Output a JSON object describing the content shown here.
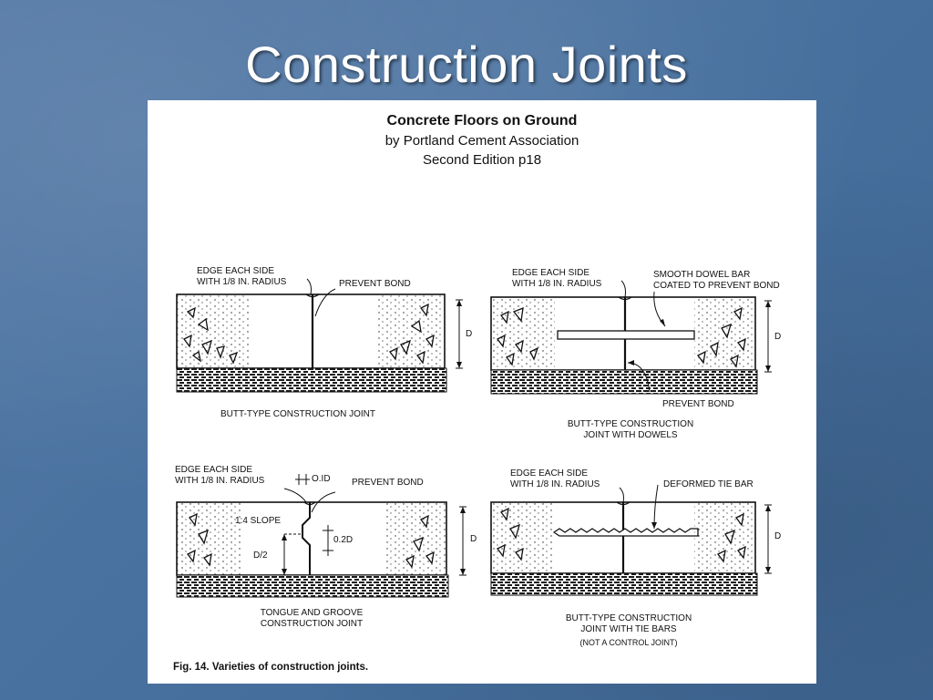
{
  "slide": {
    "title": "Construction Joints"
  },
  "figure": {
    "header": {
      "line1": "Concrete Floors on Ground",
      "line2": "by Portland Cement Association",
      "line3": "Second Edition p18"
    },
    "panels": {
      "top_left": {
        "edge_line1": "EDGE EACH SIDE",
        "edge_line2": "WITH 1/8 IN. RADIUS",
        "prevent_bond": "PREVENT BOND",
        "depth": "D",
        "caption": "BUTT-TYPE CONSTRUCTION JOINT"
      },
      "top_right": {
        "edge_line1": "EDGE EACH SIDE",
        "edge_line2": "WITH 1/8 IN. RADIUS",
        "dowel_line1": "SMOOTH DOWEL BAR",
        "dowel_line2": "COATED TO PREVENT BOND",
        "depth": "D",
        "prevent_bond": "PREVENT BOND",
        "caption_line1": "BUTT-TYPE CONSTRUCTION",
        "caption_line2": "JOINT WITH DOWELS"
      },
      "bottom_left": {
        "edge_line1": "EDGE EACH SIDE",
        "edge_line2": "WITH 1/8 IN. RADIUS",
        "tongue_width": "O.ID",
        "prevent_bond": "PREVENT BOND",
        "slope": "1:4 SLOPE",
        "tongue_depth": "0.2D",
        "half_depth": "D/2",
        "depth": "D",
        "caption_line1": "TONGUE AND GROOVE",
        "caption_line2": "CONSTRUCTION JOINT"
      },
      "bottom_right": {
        "edge_line1": "EDGE EACH SIDE",
        "edge_line2": "WITH 1/8 IN. RADIUS",
        "tie_bar": "DEFORMED TIE BAR",
        "depth": "D",
        "caption_line1": "BUTT-TYPE CONSTRUCTION",
        "caption_line2": "JOINT WITH TIE BARS",
        "caption_line3": "(NOT A CONTROL JOINT)"
      }
    },
    "caption": "Fig. 14. Varieties of construction joints."
  }
}
